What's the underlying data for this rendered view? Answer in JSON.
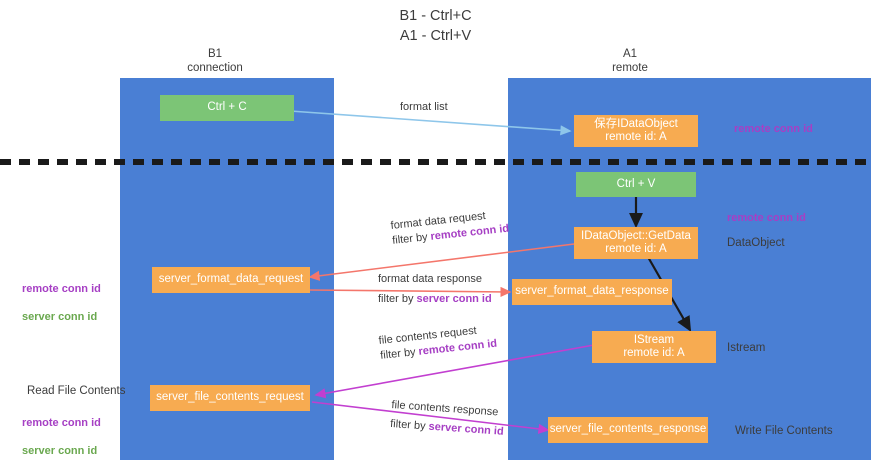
{
  "title": "B1 - Ctrl+C\nA1 - Ctrl+V",
  "columns": {
    "left": {
      "name": "B1",
      "role": "connection",
      "combined": "B1\nconnection"
    },
    "right": {
      "name": "A1",
      "role": "remote",
      "combined": "A1\nremote"
    }
  },
  "nodes": {
    "ctrl_c": {
      "label": "Ctrl + C",
      "color": "#7cc576"
    },
    "ctrl_v": {
      "label": "Ctrl + V",
      "color": "#7cc576"
    },
    "save_idataobject": {
      "label": "保存IDataObject\nremote id: A",
      "color": "#f7ab51"
    },
    "idataobject_getdata": {
      "label": "IDataObject::GetData\nremote id: A",
      "color": "#f7ab51"
    },
    "server_format_data_request": {
      "label": "server_format_data_request",
      "color": "#f7ab51"
    },
    "server_format_data_response": {
      "label": "server_format_data_response",
      "color": "#f7ab51"
    },
    "istream": {
      "label": "IStream\nremote id: A",
      "color": "#f7ab51"
    },
    "server_file_contents_request": {
      "label": "server_file_contents_request",
      "color": "#f7ab51"
    },
    "server_file_contents_response": {
      "label": "server_file_contents_response",
      "color": "#f7ab51"
    }
  },
  "edges": {
    "format_list": {
      "label": "format list"
    },
    "format_data_request": {
      "label": "format data request",
      "filter_prefix": "filter by ",
      "filter_key": "remote conn id"
    },
    "format_data_response": {
      "label": "format data response",
      "filter_prefix": "filter by ",
      "filter_key": "server conn id"
    },
    "file_contents_request": {
      "label": "file contents request",
      "filter_prefix": "filter by ",
      "filter_key": "remote conn id"
    },
    "file_contents_response": {
      "label": "file contents response",
      "filter_prefix": "filter by ",
      "filter_key": "server conn id"
    }
  },
  "annotations": {
    "remote_conn_id_top": "remote conn id",
    "remote_conn_id_mid": "remote conn id",
    "dataobject": "DataObject",
    "istream": "Istream",
    "write_file_contents": "Write File Contents",
    "read_file_contents": "Read File Contents"
  },
  "legend": {
    "left_mid": {
      "remote": "remote conn id",
      "server": "server conn id"
    },
    "left_bottom": {
      "remote": "remote conn id",
      "server": "server conn id"
    }
  },
  "colors": {
    "lane": "#4a7fd4",
    "node_green": "#7cc576",
    "node_orange": "#f7ab51",
    "accent_purple": "#a63fc4",
    "accent_green": "#6aa84f",
    "arrow_blue": "#8ec6ea",
    "arrow_red": "#f4766b",
    "arrow_magenta": "#c23fd0",
    "arrow_black": "#1a1a1a",
    "divider": "#1a1a1a"
  }
}
